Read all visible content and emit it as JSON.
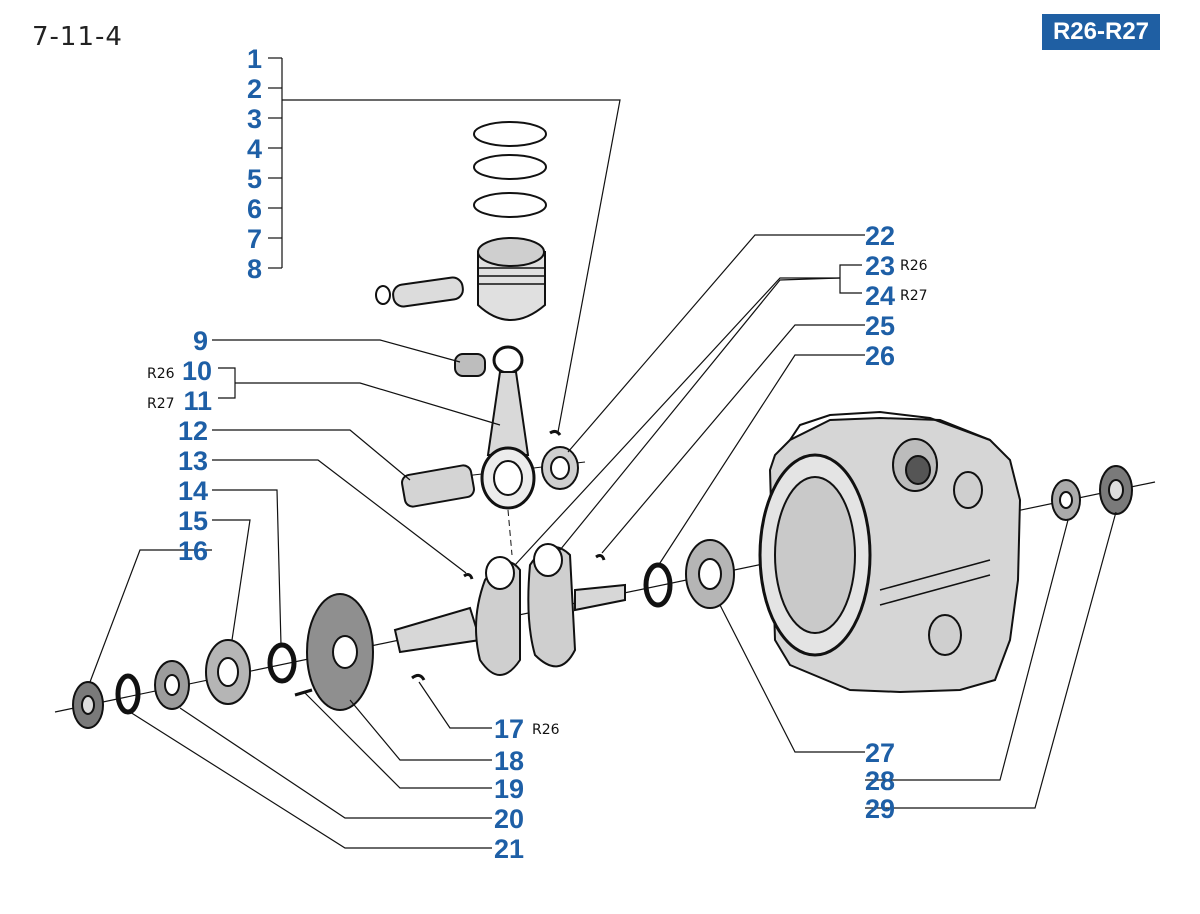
{
  "header": {
    "page_code": "7-11-4",
    "model_badge": "R26-R27",
    "badge_color": "#1f5fa3"
  },
  "callout_color": "#1e5fa6",
  "callouts": {
    "c1": "1",
    "c2": "2",
    "c3": "3",
    "c4": "4",
    "c5": "5",
    "c6": "6",
    "c7": "7",
    "c8": "8",
    "c9": "9",
    "c10": "10",
    "c11": "11",
    "c12": "12",
    "c13": "13",
    "c14": "14",
    "c15": "15",
    "c16": "16",
    "c17": "17",
    "c18": "18",
    "c19": "19",
    "c20": "20",
    "c21": "21",
    "c22": "22",
    "c23": "23",
    "c24": "24",
    "c25": "25",
    "c26": "26",
    "c27": "27",
    "c28": "28",
    "c29": "29"
  },
  "variants": {
    "v10": "R26",
    "v11": "R27",
    "v17": "R26",
    "v23": "R26",
    "v24": "R27"
  }
}
